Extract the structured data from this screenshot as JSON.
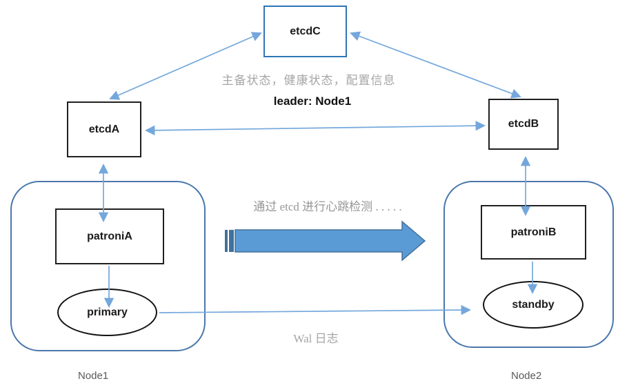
{
  "theme": {
    "arrow-blue": "#74a7dc",
    "box-blue-border": "#2e74b5",
    "node-border": "#4a77ab",
    "big-arrow-fill": "#5b9bd5",
    "big-arrow-edge": "#41719c",
    "gray-text": "#a6a6a6",
    "heartbeat-gray": "#969696",
    "node-label-color": "#595959"
  },
  "diagram": {
    "etcd_c_label": "etcdC",
    "etcd_a_label": "etcdA",
    "etcd_b_label": "etcdB",
    "patroni_a_label": "patroniA",
    "patroni_b_label": "patroniB",
    "primary_label": "primary",
    "standby_label": "standby",
    "status_label": "主备状态，健康状态，配置信息",
    "leader_label": "leader: Node1",
    "heartbeat_label": "通过 etcd 进行心跳检测 . . . . .",
    "wal_label": "Wal 日志",
    "node1_label": "Node1",
    "node2_label": "Node2"
  }
}
